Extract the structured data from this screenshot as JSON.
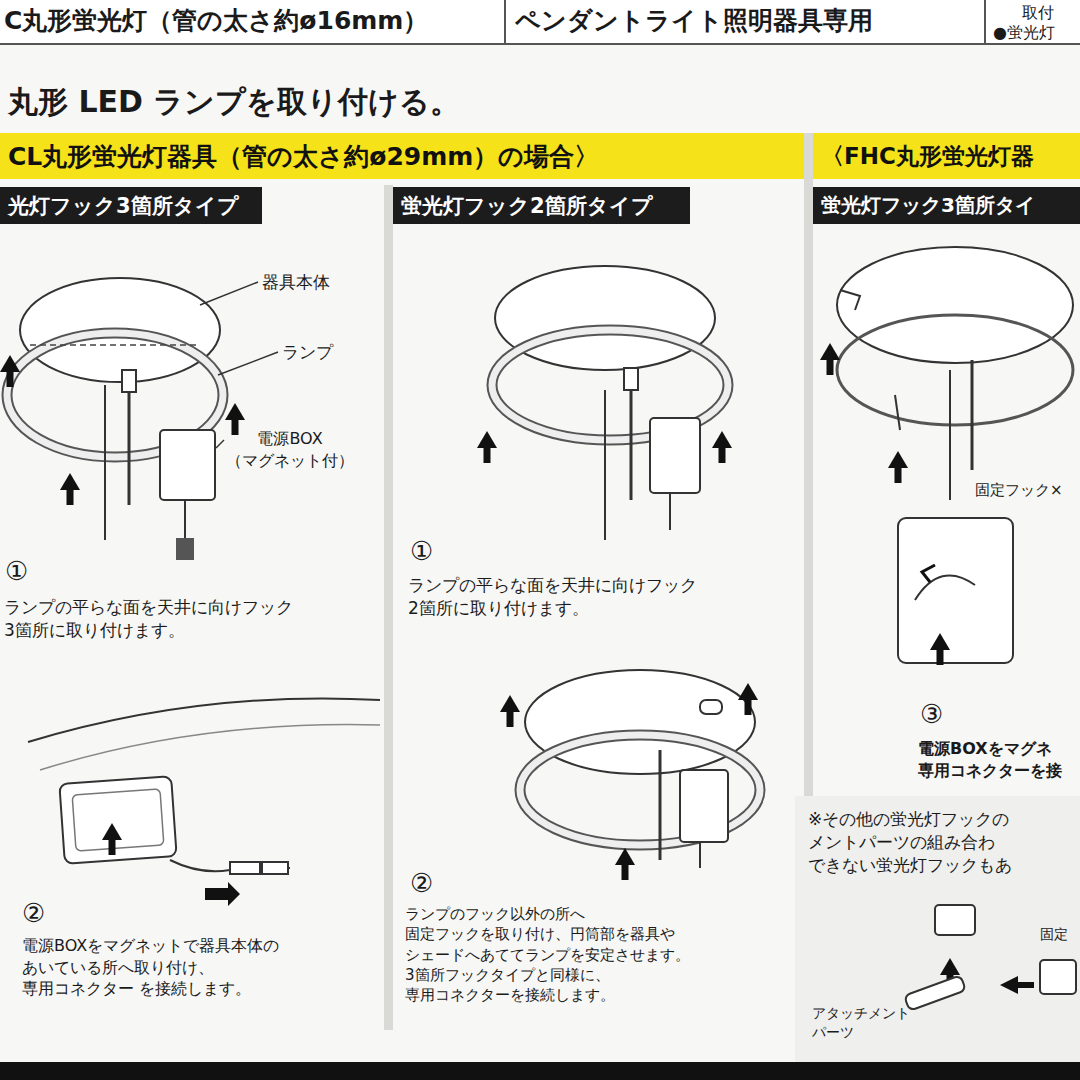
{
  "diagram": {
    "title": "丸形 LED ランプを取り付ける。",
    "nodes": [
      {
        "text": [
          "CL丸形蛍光灯器具（管の太さ約ø29mm）の場合〉"
        ]
      },
      {
        "text": [
          "光灯フック3箇所タイプ"
        ]
      },
      {
        "text": [
          "蛍光灯フック2箇所タイプ"
        ]
      },
      {
        "text": [
          "〈FHC丸形蛍光灯器"
        ]
      },
      {
        "text": [
          "蛍光灯フック3箇所タイ"
        ]
      }
    ],
    "labels": [
      "C丸形蛍光灯（管の太さ約ø16mm）",
      "ペンダントライト照明器具専用",
      "取付",
      "●蛍光灯",
      "器具本体",
      "ランプ",
      "電源BOX （マグネット付）",
      "①",
      "ランプの平らな面を天井に向けフック 3箇所に取り付けます。",
      "②",
      "電源BOXをマグネットで器具本体の あいている所へ取り付け、専用コネクター を接続します。",
      "①",
      "ランプの平らな面を天井に向けフック 2箇所に取り付けます。",
      "②",
      "ランプのフック以外の所へ 固定フックを取り付け、円筒部を器具や シェードへあててランプを安定させます。 3箇所フックタイプと同様に、 専用コネクターを接続します。",
      "固定フック×",
      "③",
      "電源BOXをマグネ 専用コネクターを接",
      "※その他の蛍光灯フックの メントパーツの組み合わ できない蛍光灯フックもあ",
      "アタッチメント パーツ",
      "固定"
    ]
  }
}
